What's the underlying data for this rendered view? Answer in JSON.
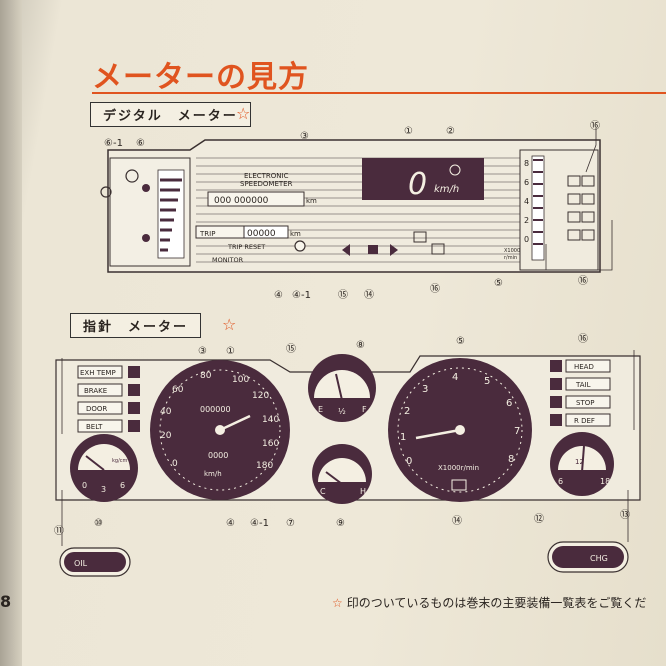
{
  "page": {
    "heading": "メーターの見方",
    "page_number": "8",
    "footnote": "印のついているものは巻末の主要装備一覧表をご覧くだ",
    "footnote_star": "☆"
  },
  "digital": {
    "section_label": "デジタル　メーター",
    "star": "☆",
    "speedometer_label": [
      "ELECTRONIC",
      "SPEEDOMETER"
    ],
    "odo_digits": "000 000000",
    "odo_unit": "km",
    "trip_label": "TRIP",
    "trip_digits": "00000",
    "trip_unit": "km",
    "trip_reset_label": "TRIP RESET",
    "monitor_label": "MONITOR",
    "speed_value": "0",
    "speed_unit": "km/h",
    "tach_ticks": [
      "8",
      "6",
      "4",
      "2",
      "0"
    ],
    "tach_unit": [
      "X1000",
      "r/min"
    ],
    "callouts": [
      "①",
      "②",
      "③",
      "④",
      "④-1",
      "⑤",
      "⑥",
      "⑥-1",
      "⑭",
      "⑮",
      "⑯",
      "⑯",
      "⑯"
    ]
  },
  "analog": {
    "section_label": "指針　メーター",
    "star": "☆",
    "warning_lights": [
      "EXH TEMP",
      "BRAKE",
      "DOOR",
      "BELT"
    ],
    "right_lights": [
      "HEAD",
      "TAIL",
      "STOP",
      "R DEF"
    ],
    "speedo_ticks": [
      "0",
      "20",
      "40",
      "60",
      "80",
      "100",
      "120",
      "140",
      "160",
      "180"
    ],
    "speedo_unit": "km/h",
    "speedo_odo": "000000",
    "speedo_trip": "0000",
    "tach_ticks": [
      "0",
      "1",
      "2",
      "3",
      "4",
      "5",
      "6",
      "7",
      "8"
    ],
    "tach_unit": "X1000r/min",
    "fuel_labels": [
      "E",
      "½",
      "F"
    ],
    "temp_labels": [
      "C",
      "H"
    ],
    "oil_labels": [
      "0",
      "3",
      "6",
      "kg/cm²"
    ],
    "volt_labels": [
      "6",
      "12",
      "18"
    ],
    "oil_box_label": "OIL",
    "chg_box_label": "CHG",
    "callouts": [
      "①",
      "③",
      "④",
      "④-1",
      "⑤",
      "⑦",
      "⑧",
      "⑨",
      "⑩",
      "⑪",
      "⑫",
      "⑬",
      "⑭",
      "⑮",
      "⑯"
    ]
  },
  "colors": {
    "ink": "#4a2b3d",
    "accent": "#e0541f",
    "paper": "#eee8d8"
  }
}
